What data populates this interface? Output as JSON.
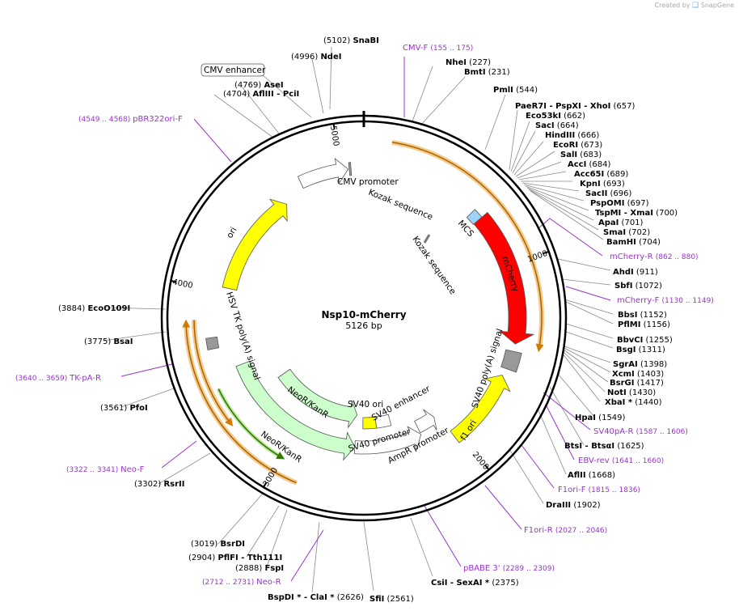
{
  "header": {
    "created_by": "Created by",
    "brand": "SnapGene",
    "logo_icon": "snapgene-logo-icon"
  },
  "plasmid": {
    "name": "Nsp10-mCherry",
    "size_label": "5126 bp",
    "length": 5126
  },
  "colors": {
    "backbone": "#000000",
    "primer": "#9933cc",
    "orange_highlight": "#f5a623",
    "mcherry": "#ff0000",
    "ori": "#ffff00",
    "neo": "#ccffcc",
    "mcs": "#9fd2f5",
    "signal": "#9a9a9a"
  },
  "ticks": [
    {
      "pos": 1000,
      "label": "1000"
    },
    {
      "pos": 2000,
      "label": "2000"
    },
    {
      "pos": 3000,
      "label": "3000"
    },
    {
      "pos": 4000,
      "label": "4000"
    },
    {
      "pos": 5000,
      "label": "5000"
    }
  ],
  "features": [
    {
      "id": "cmv-promoter",
      "label": "CMV promoter",
      "start": 5000,
      "end": 5126,
      "color": "#ffffff"
    },
    {
      "id": "kozak-1",
      "label": "Kozak sequence",
      "start": 5040,
      "end": 5050,
      "color": "#999999"
    },
    {
      "id": "mcs",
      "label": "MCS",
      "start": 650,
      "end": 705,
      "color": "#9fd2f5"
    },
    {
      "id": "kozak-2",
      "label": "Kozak sequence",
      "start": 710,
      "end": 720,
      "color": "#999999"
    },
    {
      "id": "mcherry",
      "label": "mCherry",
      "start": 720,
      "end": 1420,
      "color": "#ff0000"
    },
    {
      "id": "sv40-polya",
      "label": "SV40 poly(A) signal",
      "start": 1440,
      "end": 1560,
      "color": "#999999"
    },
    {
      "id": "f1-ori",
      "label": "f1 ori",
      "start": 1620,
      "end": 2060,
      "color": "#ffff00"
    },
    {
      "id": "ampr-promoter",
      "label": "AmpR promoter",
      "start": 2085,
      "end": 2190,
      "color": "#ffffff"
    },
    {
      "id": "sv40-promoter",
      "label": "SV40 promoter",
      "start": 2195,
      "end": 2550,
      "color": "#ffffff"
    },
    {
      "id": "sv40-enhancer",
      "label": "SV40 enhancer",
      "start": 2300,
      "end": 2400,
      "color": "#ffffff"
    },
    {
      "id": "sv40-ori",
      "label": "SV40 ori",
      "start": 2410,
      "end": 2550,
      "color": "#ffff00"
    },
    {
      "id": "neokanr",
      "label": "NeoR/KanR",
      "start": 2600,
      "end": 3400,
      "color": "#ccffcc"
    },
    {
      "id": "hsv-tk-polya",
      "label": "HSV TK poly(A) signal",
      "start": 3500,
      "end": 3580,
      "color": "#999999"
    },
    {
      "id": "ori",
      "label": "ori",
      "start": 4020,
      "end": 4610,
      "color": "#ffff00"
    },
    {
      "id": "cmv-enhancer",
      "label": "CMV enhancer",
      "start": 4660,
      "end": 5000,
      "color": "#ffffff"
    }
  ],
  "sites": [
    {
      "name": "SnaBI",
      "pos": "(5102)"
    },
    {
      "name": "NdeI",
      "pos": "(4996)"
    },
    {
      "name": "CMV enhancer",
      "pos": ""
    },
    {
      "name": "AseI",
      "pos": "(4769)"
    },
    {
      "name": "AflIII  - PciI",
      "pos": "(4704)"
    },
    {
      "name": "NheI",
      "pos": "(227)"
    },
    {
      "name": "BmtI",
      "pos": "(231)"
    },
    {
      "name": "PmlI",
      "pos": "(544)"
    },
    {
      "name": "PaeR7I  - PspXI  - XhoI",
      "pos": "(657)"
    },
    {
      "name": "Eco53kI",
      "pos": "(662)"
    },
    {
      "name": "SacI",
      "pos": "(664)"
    },
    {
      "name": "HindIII",
      "pos": "(666)"
    },
    {
      "name": "EcoRI",
      "pos": "(673)"
    },
    {
      "name": "SalI",
      "pos": "(683)"
    },
    {
      "name": "AccI",
      "pos": "(684)"
    },
    {
      "name": "Acc65I",
      "pos": "(689)"
    },
    {
      "name": "KpnI",
      "pos": "(693)"
    },
    {
      "name": "SacII",
      "pos": "(696)"
    },
    {
      "name": "PspOMI",
      "pos": "(697)"
    },
    {
      "name": "TspMI  - XmaI",
      "pos": "(700)"
    },
    {
      "name": "ApaI",
      "pos": "(701)"
    },
    {
      "name": "SmaI",
      "pos": "(702)"
    },
    {
      "name": "BamHI",
      "pos": "(704)"
    },
    {
      "name": "AhdI",
      "pos": "(911)"
    },
    {
      "name": "SbfI",
      "pos": "(1072)"
    },
    {
      "name": "BbsI",
      "pos": "(1152)"
    },
    {
      "name": "PflMI",
      "pos": "(1156)"
    },
    {
      "name": "BbvCI",
      "pos": "(1255)"
    },
    {
      "name": "BsgI",
      "pos": "(1311)"
    },
    {
      "name": "SgrAI",
      "pos": "(1398)"
    },
    {
      "name": "XcmI",
      "pos": "(1403)"
    },
    {
      "name": "BsrGI",
      "pos": "(1417)"
    },
    {
      "name": "NotI",
      "pos": "(1430)"
    },
    {
      "name": "XbaI *",
      "pos": "(1440)"
    },
    {
      "name": "HpaI",
      "pos": "(1549)"
    },
    {
      "name": "BtsI  - BtsαI",
      "pos": "(1625)"
    },
    {
      "name": "AflII",
      "pos": "(1668)"
    },
    {
      "name": "DraIII",
      "pos": "(1902)"
    },
    {
      "name": "CsiI  - SexAI *",
      "pos": "(2375)"
    },
    {
      "name": "SfiI",
      "pos": "(2561)"
    },
    {
      "name": "BspDI *  - ClaI *",
      "pos": "(2626)"
    },
    {
      "name": "FspI",
      "pos": "(2888)"
    },
    {
      "name": "PflFI  - Tth111I",
      "pos": "(2904)"
    },
    {
      "name": "BsrDI",
      "pos": "(3019)"
    },
    {
      "name": "RsrII",
      "pos": "(3302)"
    },
    {
      "name": "PfoI",
      "pos": "(3561)"
    },
    {
      "name": "BsaI",
      "pos": "(3775)"
    },
    {
      "name": "EcoO109I",
      "pos": "(3884)"
    }
  ],
  "primers": [
    {
      "name": "CMV-F",
      "range": "(155 .. 175)"
    },
    {
      "name": "pBR322ori-F",
      "range": "(4549 .. 4568)"
    },
    {
      "name": "mCherry-R",
      "range": "(862 .. 880)"
    },
    {
      "name": "mCherry-F",
      "range": "(1130 .. 1149)"
    },
    {
      "name": "SV40pA-R",
      "range": "(1587 .. 1606)"
    },
    {
      "name": "EBV-rev",
      "range": "(1641 .. 1660)"
    },
    {
      "name": "F1ori-F",
      "range": "(1815 .. 1836)"
    },
    {
      "name": "F1ori-R",
      "range": "(2027 .. 2046)"
    },
    {
      "name": "pBABE 3'",
      "range": "(2289 .. 2309)"
    },
    {
      "name": "Neo-R",
      "range": "(2712 .. 2731)"
    },
    {
      "name": "Neo-F",
      "range": "(3322 .. 3341)"
    },
    {
      "name": "TK-pA-R",
      "range": "(3640 .. 3659)"
    }
  ]
}
